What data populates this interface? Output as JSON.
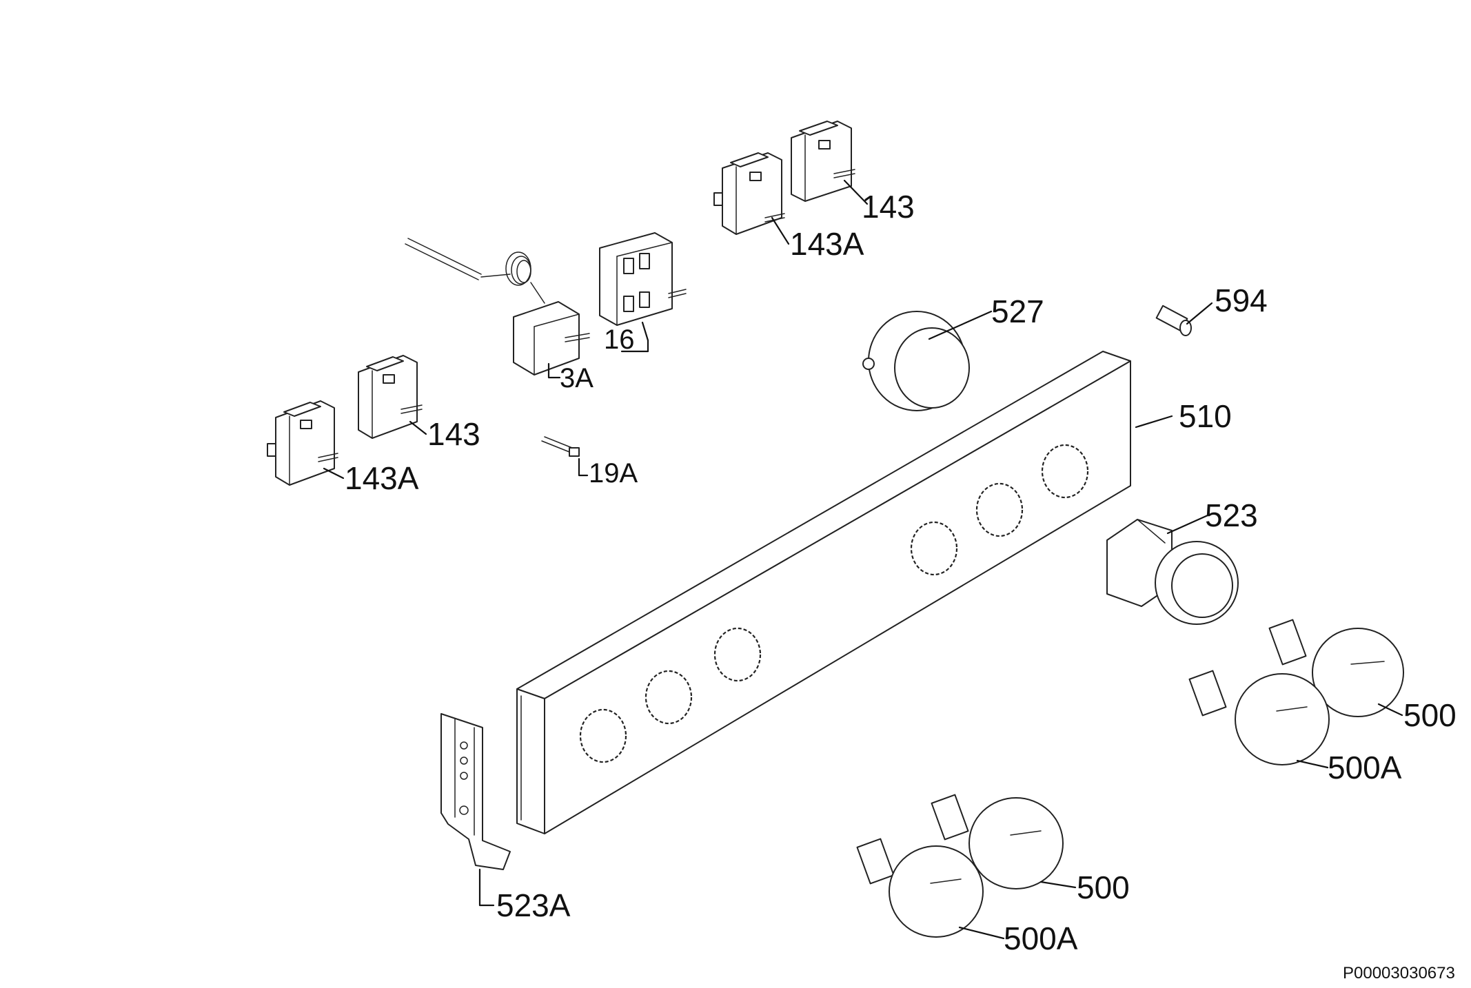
{
  "labels": {
    "p143_top": "143",
    "p143a_top": "143A",
    "p527": "527",
    "p594": "594",
    "p16": "16",
    "p3a": "3A",
    "p143_left": "143",
    "p143a_left": "143A",
    "p19a": "19A",
    "p510": "510",
    "p523": "523",
    "p500_right": "500",
    "p500a_right": "500A",
    "p523a": "523A",
    "p500_bottom": "500",
    "p500a_bottom": "500A"
  },
  "drawing_code": "P00003030673"
}
